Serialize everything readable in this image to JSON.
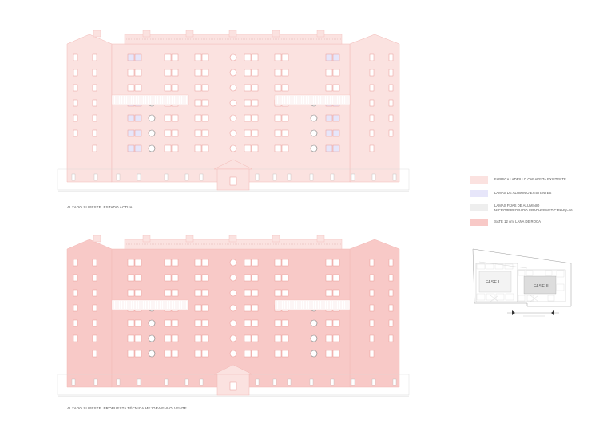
{
  "elevations": [
    {
      "id": "existing",
      "caption": "ALZADO SURESTE. ESTADO ACTUAL"
    },
    {
      "id": "proposed",
      "caption": "ALZADO SURESTE. PROPUESTA TÉCNICA MEJORA ENVOLVENTE"
    }
  ],
  "legend": [
    {
      "label": "FABRICA LADRILLO CARAVISTA EXISTENTE",
      "color": "#fbe2e0"
    },
    {
      "label": "LAMAS DE ALUMINIO EXISTENTES",
      "color": "#e7e6fa"
    },
    {
      "label_line1": "LAMAS FIJAS DE ALUMINIO",
      "label_line2": "MICROPERFORADO GRADHERMETIC PH-Ep-16",
      "color": "#eeeeee"
    },
    {
      "label": "SATE 12 cm. LANA DE ROCA",
      "color": "#f8c9c7"
    }
  ],
  "key_plan": {
    "phases": [
      "FASE I",
      "FASE II"
    ]
  },
  "colors": {
    "brick": "#fbe2e0",
    "brick_line": "#f2b9b6",
    "louvre": "#e7e6fa",
    "sate": "#f8c9c7",
    "ink": "#555555"
  }
}
